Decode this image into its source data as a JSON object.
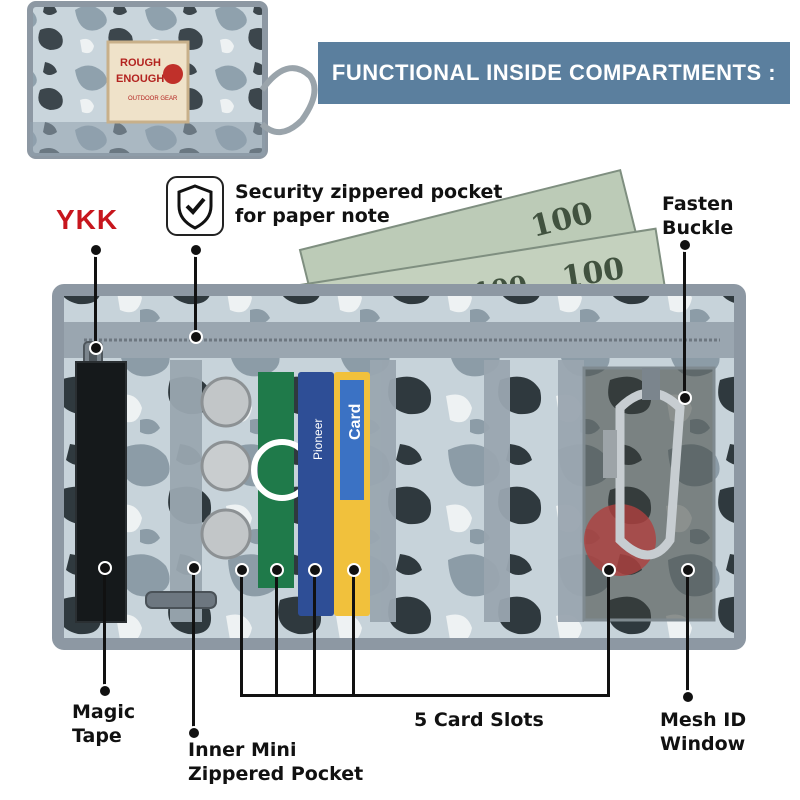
{
  "header": {
    "title": "FUNCTIONAL INSIDE COMPARTMENTS :"
  },
  "thumbnail": {
    "patch_text": "ROUGH ENOUGH",
    "patch_sub": "OUTDOOR GEAR"
  },
  "labels": {
    "ykk": "YKK",
    "security_line1": "Security zippered pocket",
    "security_line2": "for paper note",
    "fasten_line1": "Fasten",
    "fasten_line2": "Buckle",
    "magic_line1": "Magic",
    "magic_line2": "Tape",
    "inner_line1": "Inner Mini",
    "inner_line2": "Zippered Pocket",
    "card_slots": "5 Card Slots",
    "mesh_line1": "Mesh ID",
    "mesh_line2": "Window"
  },
  "banknote": {
    "value": "100"
  },
  "cards": {
    "card1": "Pioneer",
    "card2": "Card"
  },
  "colors": {
    "banner": "#5b7f9e",
    "wallet_trim": "#8d98a3",
    "camo_light": "#c9d5dc",
    "camo_mid": "#8fa1ad",
    "camo_dark": "#2f3a40",
    "ykk_red": "#c7161d",
    "money_green": "#b9c7b1"
  },
  "icons": [
    "shield-check-icon",
    "carabiner-icon",
    "zipper-pull-icon"
  ]
}
